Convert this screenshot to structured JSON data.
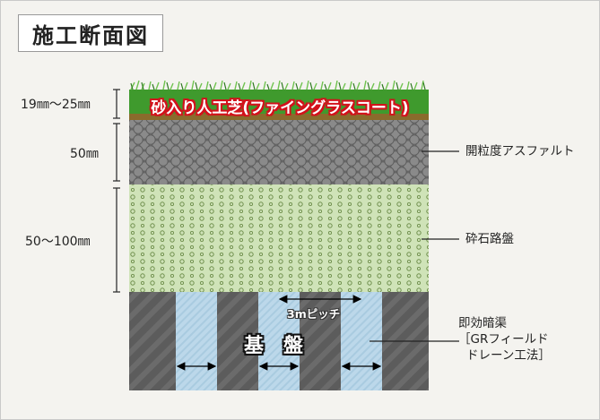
{
  "title": "施工断面図",
  "layers": {
    "turf": {
      "label": "砂入り人工芝(ファイングラスコート)",
      "thickness": "19㎜～25㎜",
      "color": "#d3111b"
    },
    "asphalt": {
      "thickness": "50㎜",
      "label": "開粒度アスファルト"
    },
    "crushed_stone": {
      "thickness": "50～100㎜",
      "label": "砕石路盤"
    },
    "subgrade": {
      "label": "基盤",
      "pitch": "3mピッチ",
      "drain_label_lines": [
        "即効暗渠",
        "［GRフィールド",
        "ドレーン工法］"
      ]
    }
  },
  "colors": {
    "asphalt": "#7a7a7a",
    "crushed_stone": "#cfe3b8",
    "subgrade": "#5a5a5a",
    "drain": "#bcd8ea",
    "turf_green": "#3f9a2d",
    "accent_red": "#d3111b"
  }
}
